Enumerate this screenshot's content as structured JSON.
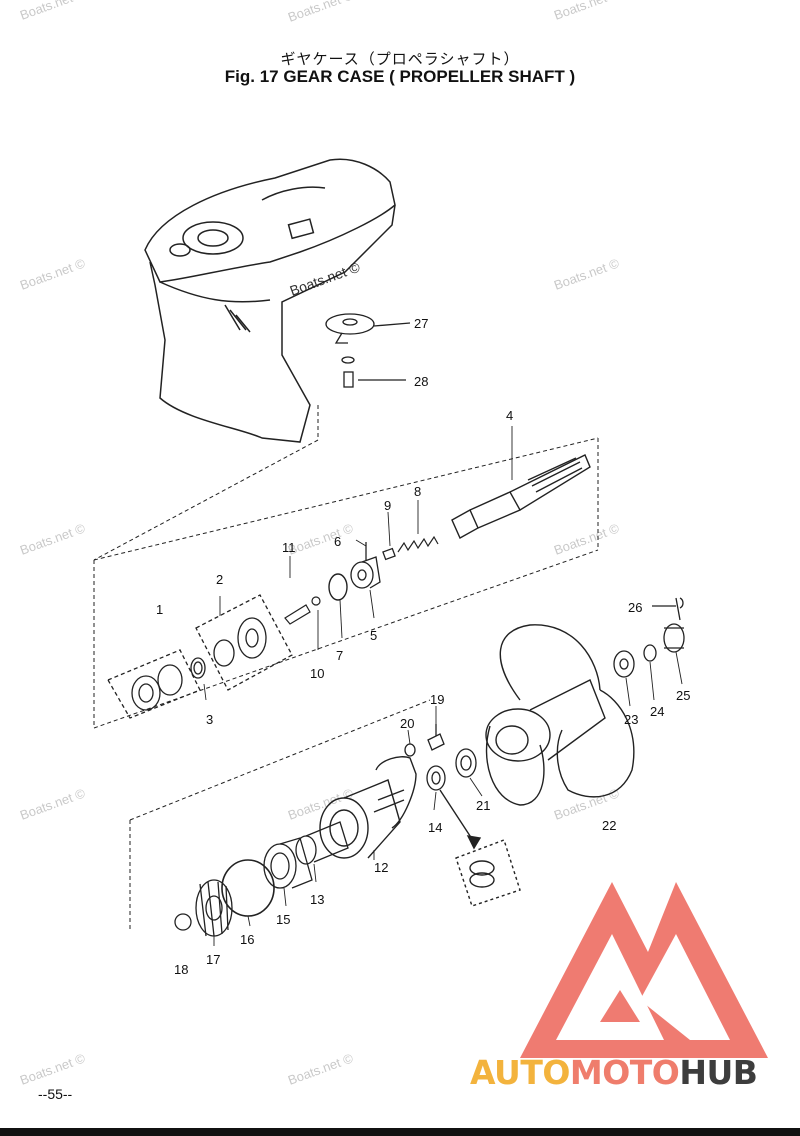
{
  "title": {
    "japanese": "ギヤケース（プロペラシャフト）",
    "english": "Fig. 17   GEAR CASE ( PROPELLER SHAFT )"
  },
  "watermarks": [
    "Boats.net ©"
  ],
  "watermark_featured": "Boats.net ©",
  "part_labels": [
    "1",
    "2",
    "3",
    "4",
    "5",
    "6",
    "7",
    "8",
    "9",
    "10",
    "11",
    "12",
    "13",
    "14",
    "15",
    "16",
    "17",
    "18",
    "19",
    "20",
    "21",
    "22",
    "23",
    "24",
    "25",
    "26",
    "27",
    "28"
  ],
  "page_number": "--55--",
  "brand": {
    "part1": "AUTO",
    "part2": "MOTO",
    "part3": "HUB"
  },
  "colors": {
    "logo_red": "#ee6d62",
    "logo_red_dark": "#e55246",
    "brand_yellow": "#f3b33d",
    "brand_gray": "#3d3d3d",
    "watermark": "#c9c9c9"
  }
}
